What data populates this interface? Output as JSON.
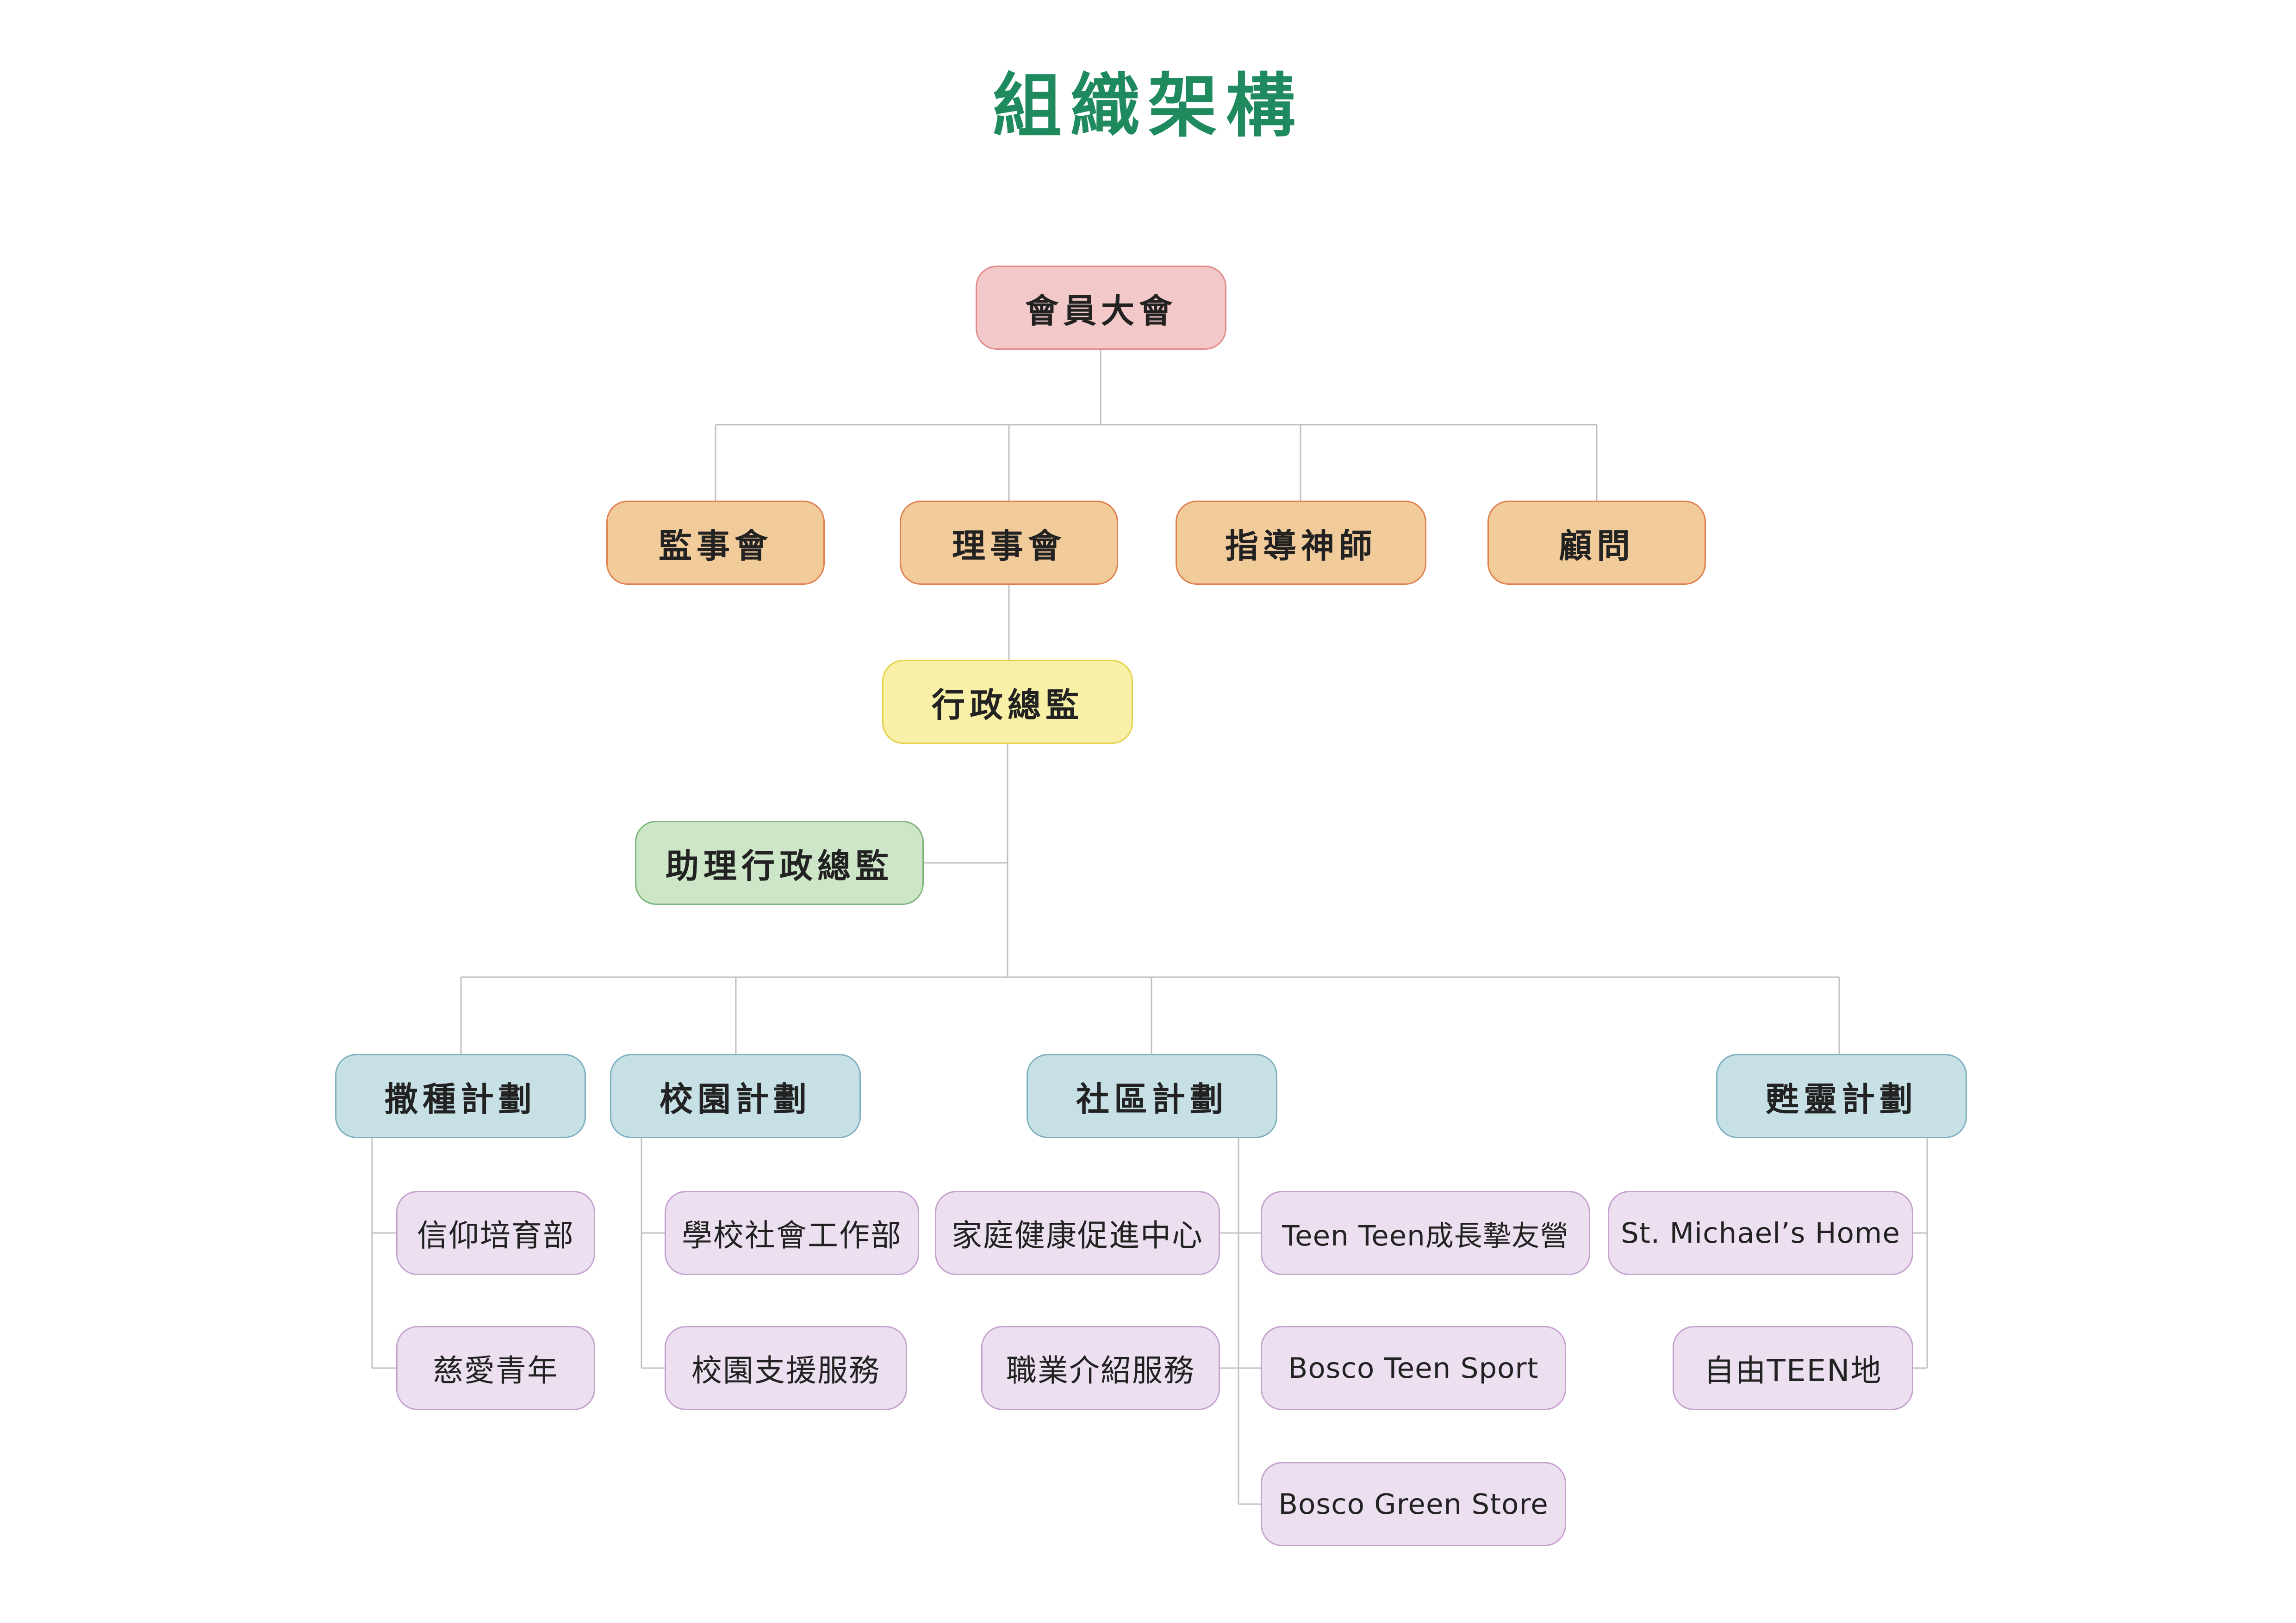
{
  "title": "組織架構",
  "colors": {
    "title": "#1e8a5e",
    "connector": "#c0c0c0"
  },
  "nodes": {
    "general_assembly": "會員大會",
    "supervisory_board": "監事會",
    "board_of_directors": "理事會",
    "chaplain": "指導神師",
    "advisor": "顧問",
    "executive_director": "行政總監",
    "assistant_executive_director": "助理行政總監",
    "sowing_program": "撒種計劃",
    "school_program": "校園計劃",
    "community_program": "社區計劃",
    "spiritual_program": "甦靈計劃",
    "faith_formation": "信仰培育部",
    "charity_youth": "慈愛青年",
    "school_social_work": "學校社會工作部",
    "school_support": "校園支援服務",
    "family_health_centre": "家庭健康促進中心",
    "career_service": "職業介紹服務",
    "teen_teen_camp": "Teen Teen成長摯友營",
    "bosco_teen_sport": "Bosco Teen Sport",
    "bosco_green_store": "Bosco Green Store",
    "st_michaels_home": "St. Michael’s Home",
    "free_teen_land": "自由TEEN地"
  }
}
